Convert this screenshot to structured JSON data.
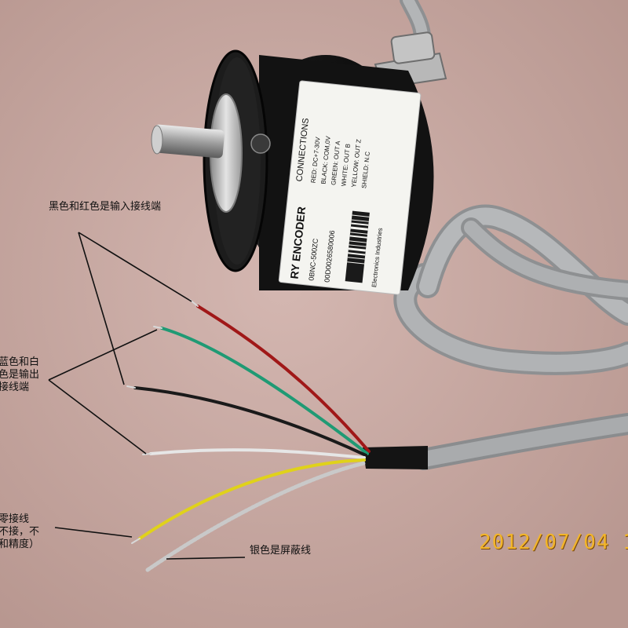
{
  "label": {
    "connections_title": "CONNECTIONS",
    "red": "RED: DC+7-30V",
    "black": "BLACK: COM,0V",
    "green": "GREEN: OUT A",
    "white": "WHITE: OUT B",
    "yellow": "YELLOW: OUT Z",
    "shield": "SHIELD: N.C",
    "product_title": "RY ENCODER",
    "model": "0BNC-500ZC",
    "serial": "00D0026580006",
    "maker": "Electronics Industries"
  },
  "annotations": {
    "input_wires": "黑色和红色是输入接线端",
    "output_line1": "蓝色和白",
    "output_line2": "色是输出",
    "output_line3": "接线端",
    "zero_line1": "零接线",
    "zero_line2": "不接，不",
    "zero_line3": "和精度）",
    "shield_wire": "银色是屏蔽线"
  },
  "timestamp": "2012/07/04 1",
  "colors": {
    "background": "#c9a9a3",
    "encoder_body": "#161616",
    "cable": "#a7a9ab",
    "wire_red": "#a01818",
    "wire_green": "#1f9a74",
    "wire_black": "#1a1a1a",
    "wire_white": "#e6e6e6",
    "wire_yellow": "#e0d21a",
    "wire_shield": "#c9c9c9",
    "stamp": "#f2b52a"
  }
}
